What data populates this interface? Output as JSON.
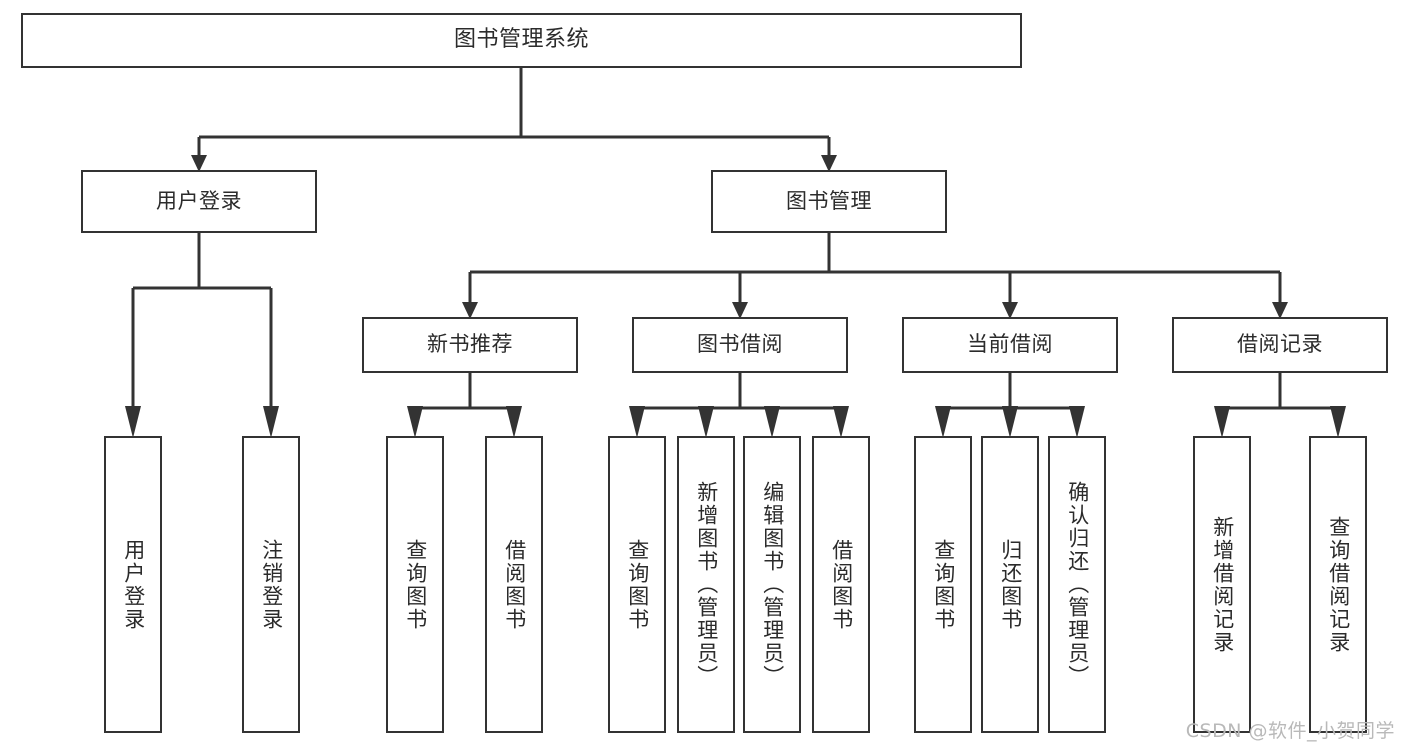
{
  "diagram": {
    "title_box": {
      "label": "图书管理系统"
    },
    "level2": [
      {
        "id": "user-login",
        "label": "用户登录"
      },
      {
        "id": "book-management",
        "label": "图书管理"
      }
    ],
    "level3": [
      {
        "id": "new-book-recommend",
        "label": "新书推荐"
      },
      {
        "id": "book-borrow",
        "label": "图书借阅"
      },
      {
        "id": "current-borrow",
        "label": "当前借阅"
      },
      {
        "id": "borrow-record",
        "label": "借阅记录"
      }
    ],
    "leaves": {
      "user_login": [
        {
          "id": "leaf-user-login",
          "label": "用户登录"
        },
        {
          "id": "leaf-logout",
          "label": "注销登录"
        }
      ],
      "new_book_recommend": [
        {
          "id": "leaf-query-book-1",
          "label": "查询图书"
        },
        {
          "id": "leaf-borrow-book-1",
          "label": "借阅图书"
        }
      ],
      "book_borrow": [
        {
          "id": "leaf-query-book-2",
          "label": "查询图书"
        },
        {
          "id": "leaf-add-book",
          "label": "新增图书（管理员）"
        },
        {
          "id": "leaf-edit-book",
          "label": "编辑图书（管理员）"
        },
        {
          "id": "leaf-borrow-book-2",
          "label": "借阅图书"
        }
      ],
      "current_borrow": [
        {
          "id": "leaf-query-book-3",
          "label": "查询图书"
        },
        {
          "id": "leaf-return-book",
          "label": "归还图书"
        },
        {
          "id": "leaf-confirm-return",
          "label": "确认归还（管理员）"
        }
      ],
      "borrow_record": [
        {
          "id": "leaf-add-record",
          "label": "新增借阅记录"
        },
        {
          "id": "leaf-query-record",
          "label": "查询借阅记录"
        }
      ]
    }
  },
  "watermark": {
    "text": "CSDN @软件_小贺同学"
  },
  "colors": {
    "border": "#333333",
    "text": "#2b2b2b",
    "background": "#ffffff",
    "connector": "#333333",
    "watermark": "#b9b9b9"
  }
}
